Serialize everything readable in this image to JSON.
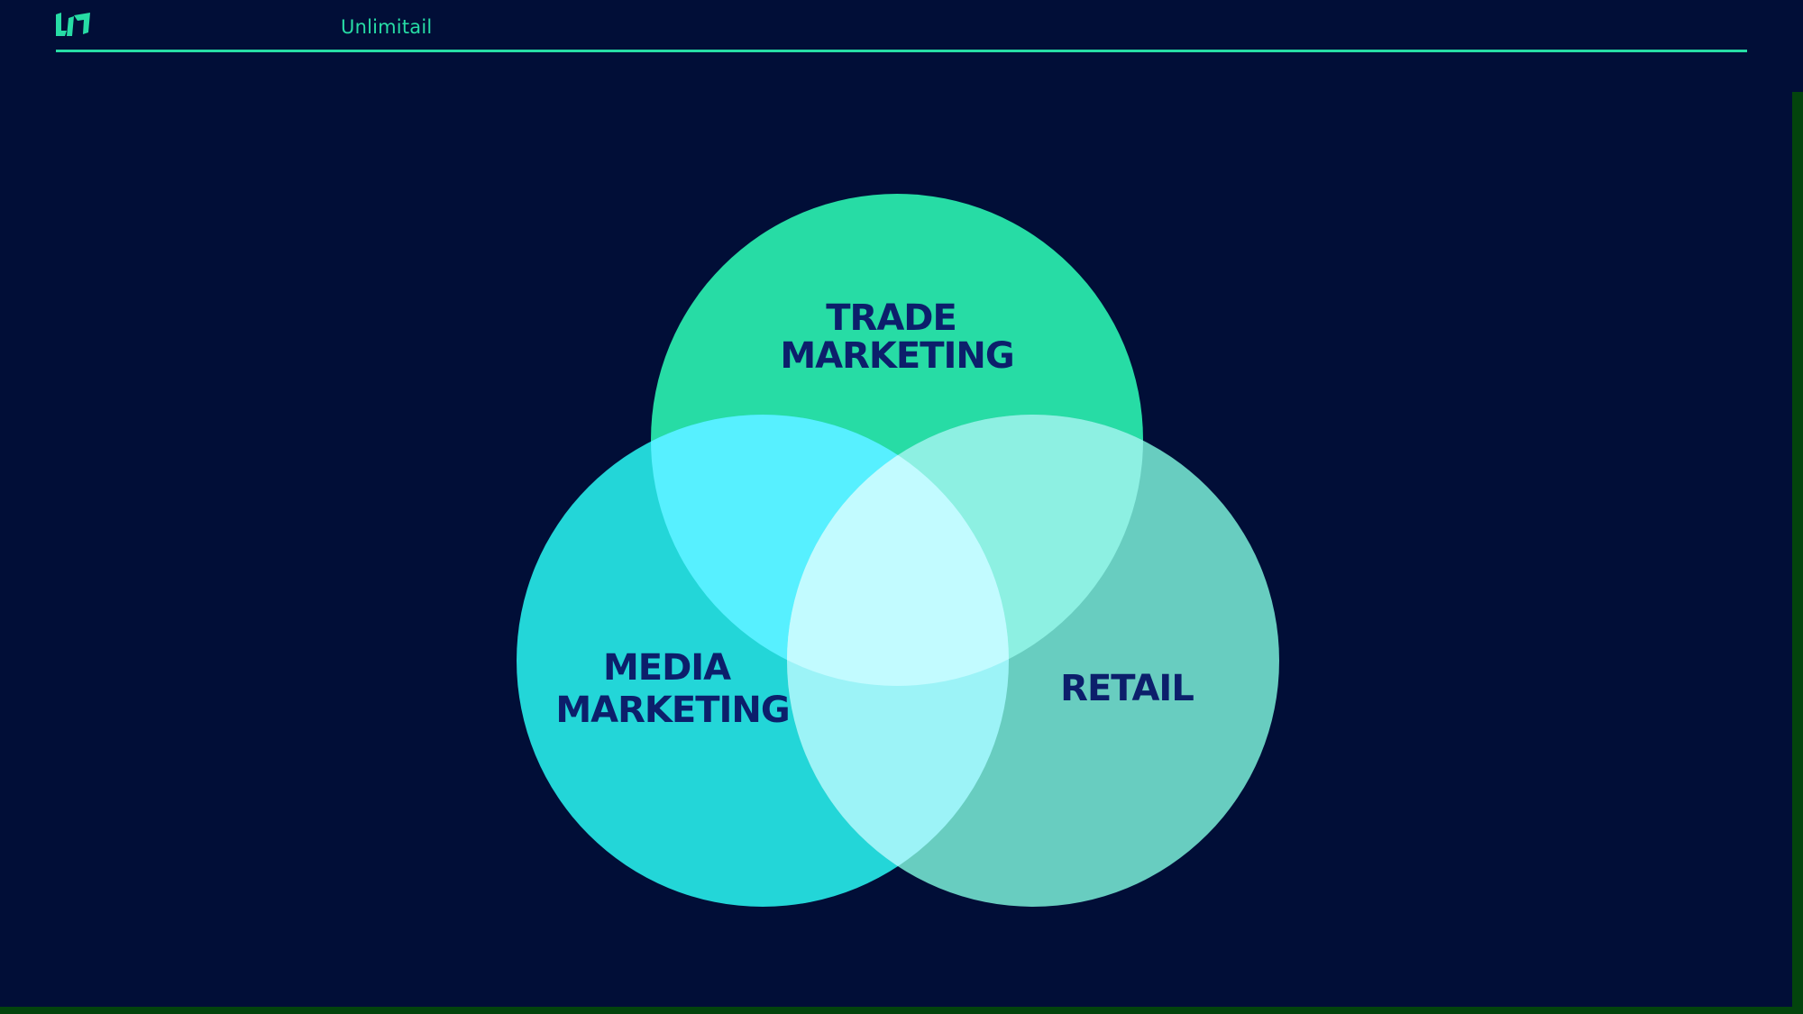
{
  "header": {
    "brand": "Unlimitail",
    "logo_icon": "unlimitail-logo-icon"
  },
  "colors": {
    "background": "#010e37",
    "accent": "#27dca5",
    "label": "#0c1f6b",
    "trade": "#27dca5",
    "media": "#23d6d8",
    "retail": "#68cdc0",
    "trade_media": "#57f0ff",
    "trade_retail": "#8df0e2",
    "media_retail": "#9cf3f7",
    "center": "#c2fbff"
  },
  "diagram": {
    "type": "venn",
    "sets": [
      {
        "id": "trade",
        "lines": [
          "TRADE",
          "MARKETING"
        ]
      },
      {
        "id": "media",
        "lines": [
          "MEDIA",
          "MARKETING"
        ]
      },
      {
        "id": "retail",
        "lines": [
          "RETAIL"
        ]
      }
    ]
  }
}
